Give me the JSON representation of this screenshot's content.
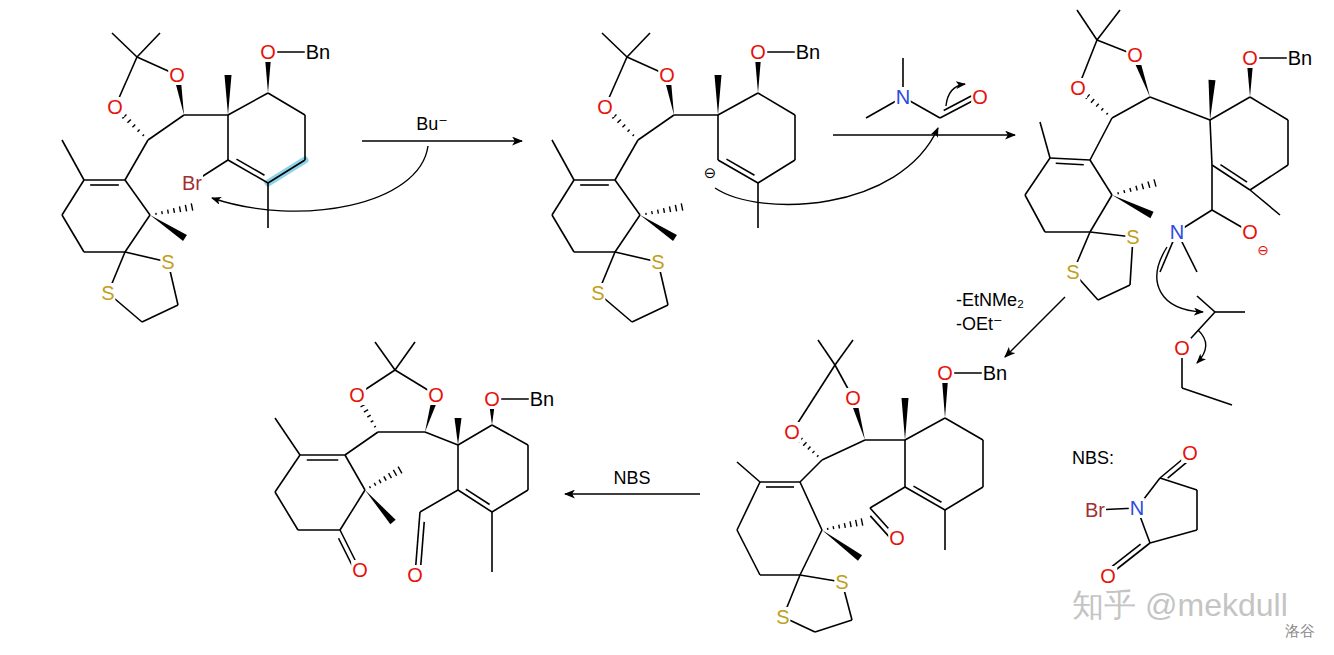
{
  "diagram": {
    "nodes": [
      {
        "text": [
          "O",
          "O",
          "O",
          "Bn",
          "Br",
          "S",
          "S"
        ]
      },
      {
        "text": [
          "O",
          "O",
          "O",
          "Bn",
          "⊖",
          "S",
          "S"
        ]
      },
      {
        "text": [
          "O",
          "O",
          "O",
          "Bn",
          "N",
          "O",
          "⊖",
          "S",
          "S"
        ]
      },
      {
        "text": [
          "O",
          "O",
          "O",
          "Bn",
          "O",
          "S",
          "S"
        ]
      },
      {
        "text": [
          "O",
          "O",
          "O",
          "Bn",
          "O",
          "O"
        ]
      }
    ],
    "edges": [
      {
        "from": 0,
        "to": 1,
        "arrow": "to",
        "label": "Bu⁻"
      },
      {
        "from": 1,
        "to": 2,
        "arrow": "to"
      },
      {
        "from": 2,
        "to": 3,
        "arrow": "to",
        "label": "-EtNMe₂ -OEt⁻"
      },
      {
        "from": 3,
        "to": 4,
        "arrow": "to",
        "label": "NBS"
      }
    ],
    "labels": [
      "N",
      "O",
      "O",
      "NBS:",
      "Br",
      "N",
      "O",
      "O",
      "知乎 @mekdull",
      "洛谷"
    ]
  }
}
